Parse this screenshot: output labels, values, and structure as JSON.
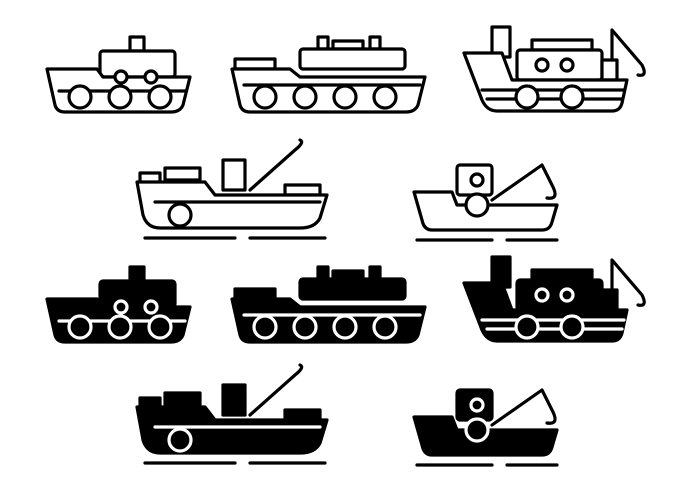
{
  "colors": {
    "ink": "#000000",
    "background": "#ffffff"
  },
  "icons": [
    {
      "name": "small-ferry-ship",
      "style": "outline"
    },
    {
      "name": "large-ferry-ship",
      "style": "outline"
    },
    {
      "name": "crane-work-ship",
      "style": "outline"
    },
    {
      "name": "cargo-crane-ship",
      "style": "outline"
    },
    {
      "name": "tug-crane-boat",
      "style": "outline"
    },
    {
      "name": "small-ferry-ship",
      "style": "filled"
    },
    {
      "name": "large-ferry-ship",
      "style": "filled"
    },
    {
      "name": "crane-work-ship",
      "style": "filled"
    },
    {
      "name": "cargo-crane-ship",
      "style": "filled"
    },
    {
      "name": "tug-crane-boat",
      "style": "filled"
    }
  ]
}
